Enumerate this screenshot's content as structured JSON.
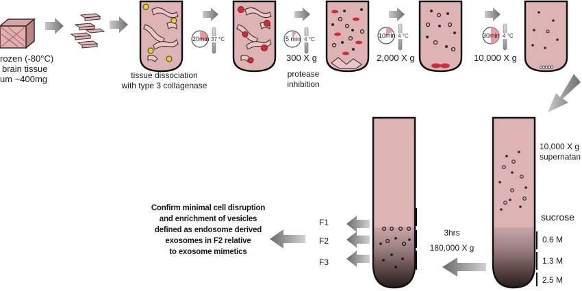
{
  "labels": {
    "start_line1": "rozen (-80°C)",
    "start_line2": "brain tissue",
    "start_line3": "um ~400mg",
    "dissociation_line1": "tissue dissociation",
    "dissociation_line2": "with type 3 collagenase",
    "protease_speed": "300 X g",
    "protease_line1": "protease",
    "protease_line2": "inhibition",
    "spin2_speed": "2,000 X g",
    "spin3_speed": "10,000 X g",
    "supernatant_line1": "10,000 X g",
    "supernatant_line2": "supernatan",
    "sucrose": "sucrose",
    "conc_1": "0.6 M",
    "conc_2": "1.3 M",
    "conc_3": "2.5 M",
    "ultra_line1": "3hrs",
    "ultra_line2": "180,000 X g",
    "fraction_1": "F1",
    "fraction_2": "F2",
    "fraction_3": "F3",
    "confirm_line1": "Confirm minimal cell disruption",
    "confirm_line2": "and enrichment of vesicles",
    "confirm_line3": "defined as endosome derived",
    "confirm_line4": "exosomes in  F2 relative",
    "confirm_line5": "to exosome mimetics"
  },
  "timers": {
    "t1_time": "20min",
    "t1_temp": "37 °C",
    "t2_time": "5 min",
    "t2_temp": "4 °C",
    "t3_time": "10min",
    "t3_temp": "4 °C",
    "t4_time": "30min",
    "t4_temp": "4 °C"
  },
  "colors": {
    "tube_pink": "#deb3b4",
    "tissue_pink": "#e3aeb0",
    "arrow_gray": "#8a8a8a",
    "red_cells": "#cc2e35",
    "yellow_enzyme": "#e8d21c",
    "gradient_dark": "#2a1a1a"
  }
}
